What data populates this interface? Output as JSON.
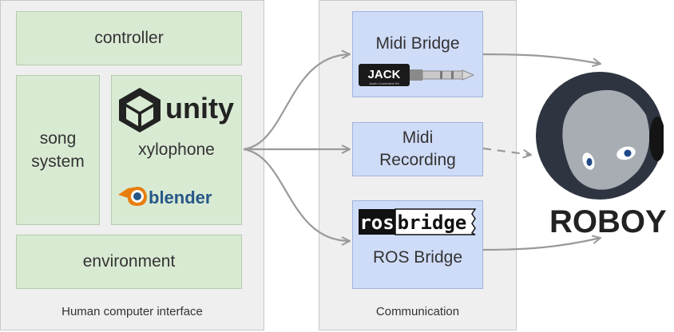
{
  "hci": {
    "caption": "Human computer interface",
    "controller": "controller",
    "song_system": "song system",
    "xylophone": "xylophone",
    "environment": "environment",
    "unity_logo_text": "unity",
    "blender_logo_text": "blender"
  },
  "communication": {
    "caption": "Communication",
    "midi_bridge": "Midi Bridge",
    "midi_recording": "Midi Recording",
    "ros_bridge": "ROS Bridge",
    "jack_logo_text": "JACK",
    "jack_logo_subtext": "Audio Connection Kit",
    "rosbridge_logo_prefix": "ros",
    "rosbridge_logo_suffix": "bridge"
  },
  "robot": {
    "name": "ROBOY"
  },
  "colors": {
    "panel_bg": "#efefef",
    "hci_box": "#d9ead3",
    "comm_box": "#cfdcf8",
    "arrow": "#9a9a9a",
    "robot_dark": "#2e3440"
  }
}
